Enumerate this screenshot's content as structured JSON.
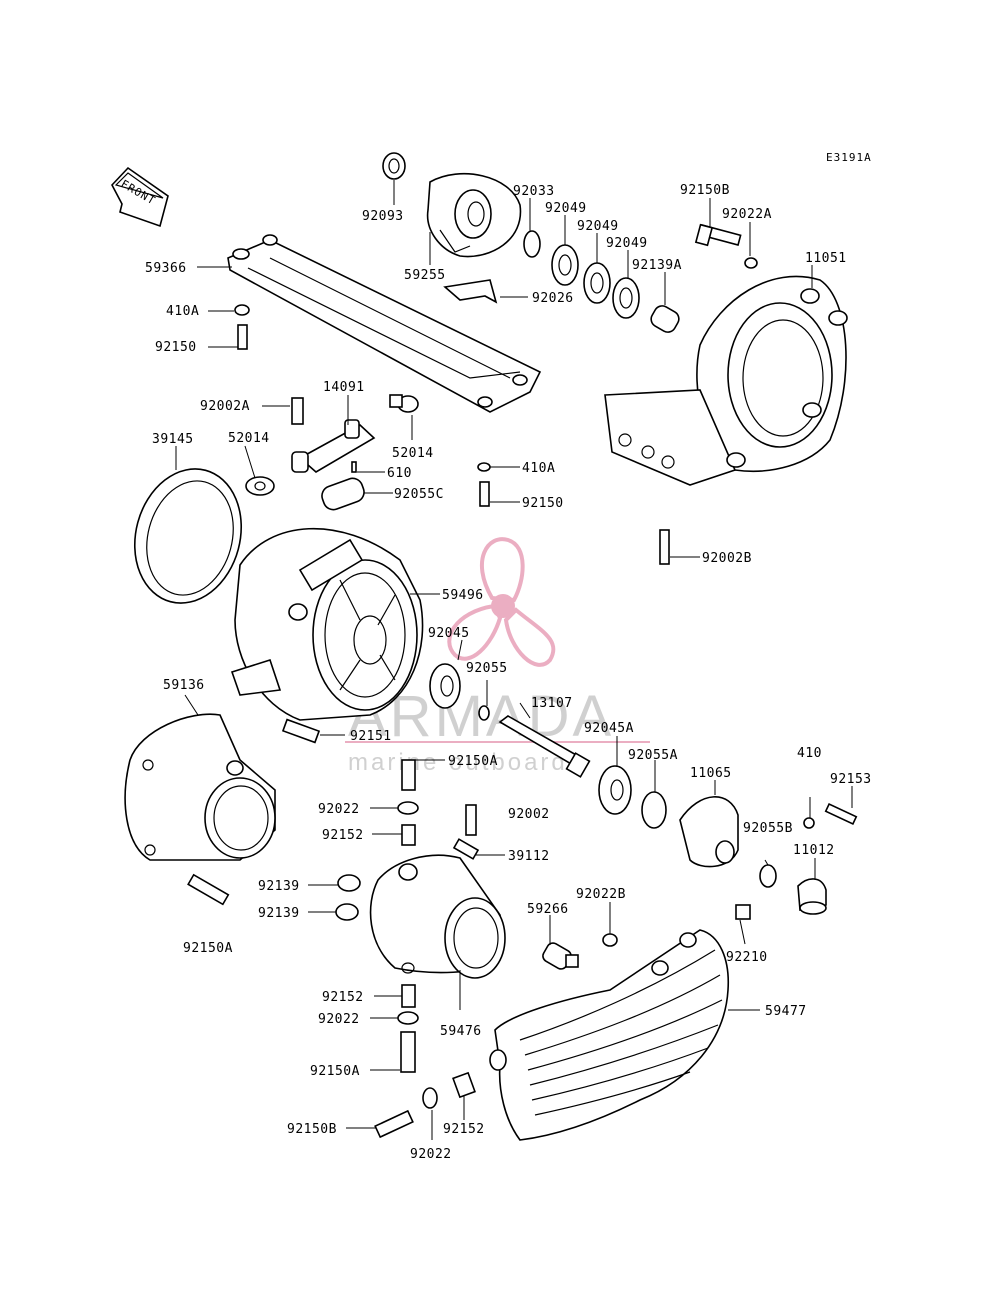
{
  "diagram_code": "E3191A",
  "front_label": "FRONT",
  "watermark": {
    "brand": "ARMADA",
    "tagline": "marine outboards",
    "accent": "#e8a0b8"
  },
  "part_labels": {
    "p92093": "92093",
    "p92033": "92033",
    "p92049a": "92049",
    "p92049b": "92049",
    "p92049c": "92049",
    "p59255": "59255",
    "p92026": "92026",
    "p92139A": "92139A",
    "p59366": "59366",
    "p410A_top": "410A",
    "p92150_top": "92150",
    "p92150B_top": "92150B",
    "p92022A": "92022A",
    "p11051": "11051",
    "p14091": "14091",
    "p92002A": "92002A",
    "p52014a": "52014",
    "p52014b": "52014",
    "p610": "610",
    "p39145": "39145",
    "p92055C": "92055C",
    "p410A_mid": "410A",
    "p92150_mid": "92150",
    "p92002B": "92002B",
    "p59496": "59496",
    "p92045": "92045",
    "p92055": "92055",
    "p13107": "13107",
    "p92045A": "92045A",
    "p92055A": "92055A",
    "p11065": "11065",
    "p410": "410",
    "p92153": "92153",
    "p59136": "59136",
    "p92151": "92151",
    "p92150A_up": "92150A",
    "p92022_a": "92022",
    "p92152_a": "92152",
    "p92002": "92002",
    "p39112": "39112",
    "p92139a": "92139",
    "p92139b": "92139",
    "p92150A_left": "92150A",
    "p92055B": "92055B",
    "p11012": "11012",
    "p92022B": "92022B",
    "p59266": "59266",
    "p92210": "92210",
    "p92152_b": "92152",
    "p92022_b": "92022",
    "p59476": "59476",
    "p59477": "59477",
    "p92150A_low": "92150A",
    "p92150B_low": "92150B",
    "p92022_c": "92022",
    "p92152_c": "92152"
  }
}
